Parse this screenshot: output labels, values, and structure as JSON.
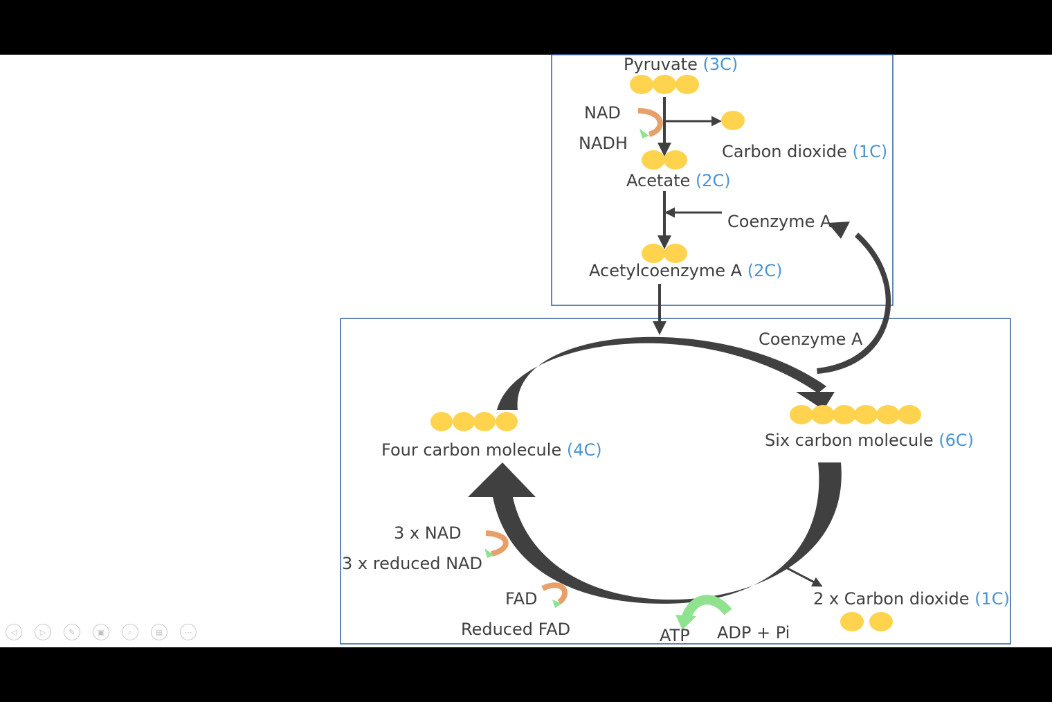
{
  "labels": {
    "pyruvate": "Pyruvate ",
    "pyruvate_c": "(3C)",
    "nad_top": "NAD",
    "nadh_top": "NADH",
    "carbon_dioxide": "Carbon dioxide ",
    "carbon_dioxide_c": "(1C)",
    "acetate": "Acetate ",
    "acetate_c": "(2C)",
    "coenzyme_a_top": "Coenzyme A",
    "acetylcoa": "Acetylcoenzyme A ",
    "acetylcoa_c": "(2C)",
    "coenzyme_a_cycle": "Coenzyme A",
    "four_carbon": "Four carbon molecule ",
    "four_carbon_c": "(4C)",
    "six_carbon": "Six carbon molecule ",
    "six_carbon_c": "(6C)",
    "three_nad": "3 x NAD",
    "three_reduced_nad": "3 x reduced NAD",
    "fad": "FAD",
    "reduced_fad": "Reduced FAD",
    "atp": "ATP",
    "adp_pi": "ADP + Pi",
    "two_co2": "2 x Carbon dioxide ",
    "two_co2_c": "(1C)"
  },
  "colors": {
    "carbon": "#ffd34e",
    "highlight": "#4a94cf",
    "arrow": "#404040",
    "box_border": "#2e5f9e",
    "curl_orange": "#e8a06a",
    "curl_green": "#8fe38f"
  },
  "nav_icons": [
    "prev-icon",
    "next-icon",
    "pen-icon",
    "slides-icon",
    "zoom-icon",
    "subtitle-icon",
    "more-icon"
  ]
}
